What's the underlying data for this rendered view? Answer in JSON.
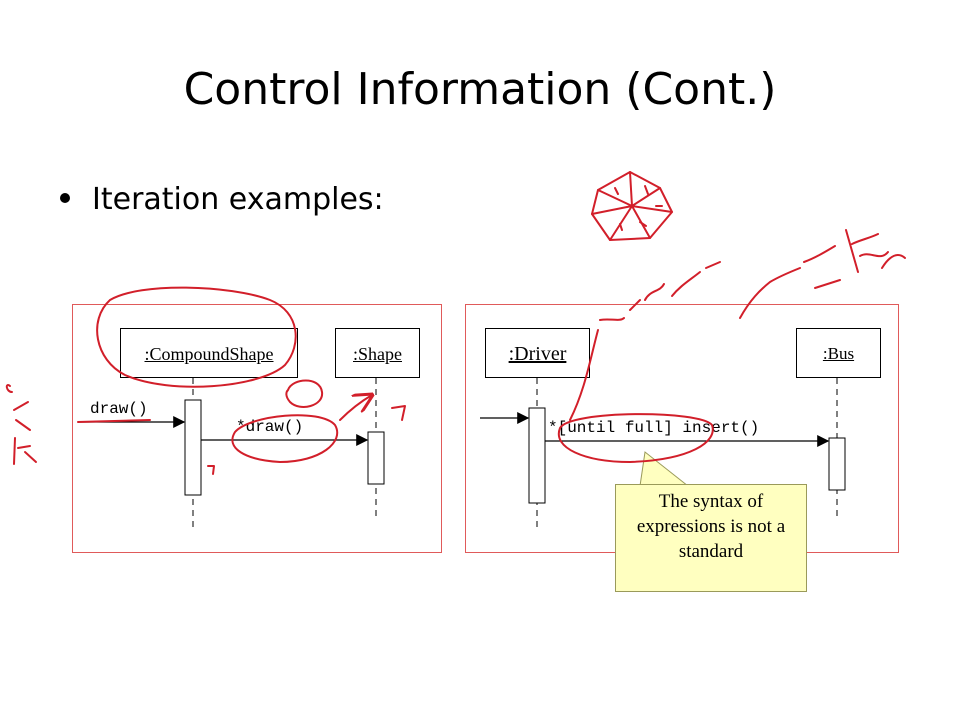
{
  "slide": {
    "title": "Control Information (Cont.)",
    "bullet": "Iteration examples:"
  },
  "left_diagram": {
    "objects": [
      {
        "label": ":CompoundShape"
      },
      {
        "label": ":Shape"
      }
    ],
    "messages": {
      "incoming": "draw()",
      "iterated": "*draw()"
    }
  },
  "right_diagram": {
    "objects": [
      {
        "label": ":Driver"
      },
      {
        "label": ":Bus"
      }
    ],
    "messages": {
      "iterated": "*[until full] insert()"
    }
  },
  "callout": {
    "text": "The syntax of expressions is not a standard"
  },
  "colors": {
    "annotation_ink": "#d21f2a",
    "panel_border": "#e05a5a",
    "callout_fill": "#ffffc0"
  }
}
